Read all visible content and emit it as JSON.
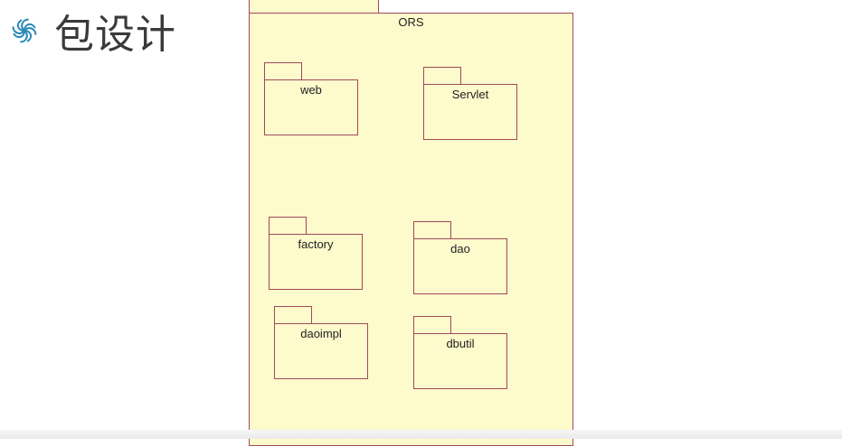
{
  "slide": {
    "title": "包设计",
    "bullet_icon": "spiral-swirl-icon",
    "accent_color": "#2b8ab8"
  },
  "diagram": {
    "container": {
      "label": "ORS"
    },
    "packages": [
      {
        "label": "web"
      },
      {
        "label": "Servlet"
      },
      {
        "label": "factory"
      },
      {
        "label": "dao"
      },
      {
        "label": "daoimpl"
      },
      {
        "label": "dbutil"
      }
    ],
    "colors": {
      "fill": "#fdfacb",
      "border": "#a04a5a"
    }
  }
}
